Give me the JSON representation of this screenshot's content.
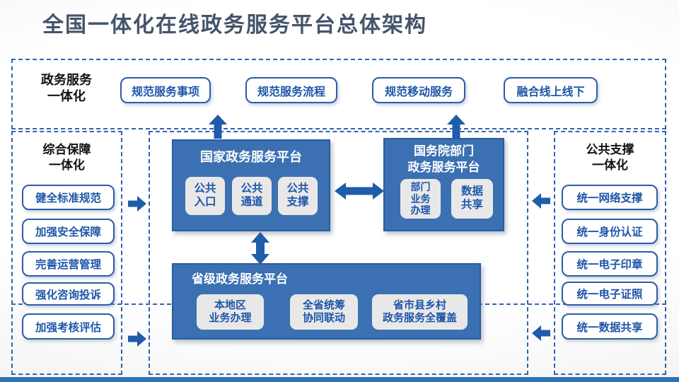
{
  "title": "全国一体化在线政务服务平台总体架构",
  "colors": {
    "title_text": "#44546A",
    "accent_blue": "#2B5CA8",
    "dashed_border": "#3463AE",
    "platform_box_fill": "#3B71B2",
    "inner_box_fill": "#E9E8E8",
    "arrow_blue": "#1F5CA9",
    "footer_bar": "#2E74B5",
    "label_black": "#111111"
  },
  "top_band": {
    "label": "政务服务\n一体化",
    "items": [
      "规范服务事项",
      "规范服务流程",
      "规范移动服务",
      "融合线上线下"
    ]
  },
  "left_panel": {
    "label": "综合保障\n一体化",
    "items": [
      "健全标准规范",
      "加强安全保障",
      "完善运营管理",
      "强化咨询投诉",
      "加强考核评估"
    ]
  },
  "right_panel": {
    "label": "公共支撑\n一体化",
    "items": [
      "统一网络支撑",
      "统一身份认证",
      "统一电子印章",
      "统一电子证照",
      "统一数据共享"
    ]
  },
  "center": {
    "national": {
      "title": "国家政务服务平台",
      "items": [
        "公共\n入口",
        "公共\n通道",
        "公共\n支撑"
      ]
    },
    "departments": {
      "title": "国务院部门\n政务服务平台",
      "items": [
        "部门\n业务\n办理",
        "数据\n共享"
      ]
    },
    "provincial": {
      "title": "省级政务服务平台",
      "items": [
        "本地区\n业务办理",
        "全省统筹\n协同联动",
        "省市县乡村\n政务服务全覆盖"
      ]
    }
  }
}
